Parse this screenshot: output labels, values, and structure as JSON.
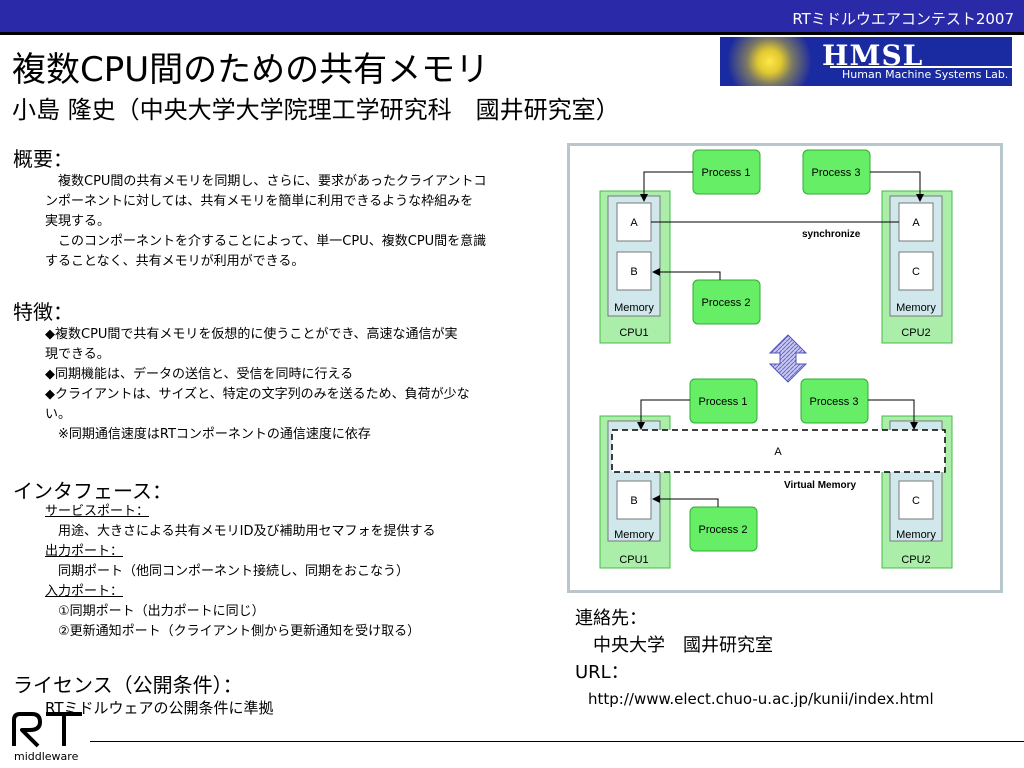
{
  "header": {
    "event": "RTミドルウエアコンテスト2007"
  },
  "title": "複数CPU間のための共有メモリ",
  "subtitle": "小島 隆史（中央大学大学院理工学研究科　國井研究室）",
  "logo": {
    "main": "HMSL",
    "sub": "Human Machine Systems Lab."
  },
  "overview": {
    "heading": "概要：",
    "lines": [
      "　複数CPU間の共有メモリを同期し、さらに、要求があったクライアントコ",
      "ンポーネントに対しては、共有メモリを簡単に利用できるような枠組みを",
      "実現する。",
      "　このコンポーネントを介することによって、単一CPU、複数CPU間を意識",
      "することなく、共有メモリが利用ができる。"
    ]
  },
  "features": {
    "heading": "特徴：",
    "lines": [
      "◆複数CPU間で共有メモリを仮想的に使うことができ、高速な通信が実",
      "現できる。",
      "◆同期機能は、データの送信と、受信を同時に行える",
      "◆クライアントは、サイズと、特定の文字列のみを送るため、負荷が少な",
      "い。",
      "　※同期通信速度はRTコンポーネントの通信速度に依存"
    ]
  },
  "interface": {
    "heading": "インタフェース：",
    "service_port": "サービスポート：",
    "service_desc": "用途、大きさによる共有メモリID及び補助用セマフォを提供する",
    "out_port": "出力ポート：",
    "out_desc": "同期ポート（他同コンポーネント接続し、同期をおこなう）",
    "in_port": "入力ポート：",
    "in_desc_1": "①同期ポート（出力ポートに同じ）",
    "in_desc_2": "②更新通知ポート（クライアント側から更新通知を受け取る）"
  },
  "license": {
    "heading": "ライセンス（公開条件）：",
    "text": "RTミドルウェアの公開条件に準拠"
  },
  "contact": {
    "heading": "連絡先：",
    "org": "中央大学　國井研究室",
    "url_label": "URL：",
    "url": "http://www.elect.chuo-u.ac.jp/kunii/index.html"
  },
  "diagram": {
    "top": {
      "process1": "Process 1",
      "process2": "Process 2",
      "process3": "Process 3",
      "cpu1_a": "A",
      "cpu1_b": "B",
      "cpu1_memory": "Memory",
      "cpu1_label": "CPU1",
      "cpu2_a": "A",
      "cpu2_c": "C",
      "cpu2_memory": "Memory",
      "cpu2_label": "CPU2",
      "sync_label": "synchronize"
    },
    "bottom": {
      "process1": "Process 1",
      "process2": "Process 2",
      "process3": "Process 3",
      "shared_a": "A",
      "virtual_label": "Virtual Memory",
      "cpu1_b": "B",
      "cpu1_memory": "Memory",
      "cpu1_label": "CPU1",
      "cpu2_c": "C",
      "cpu2_memory": "Memory",
      "cpu2_label": "CPU2"
    }
  },
  "footer": {
    "logo_text": "RT",
    "logo_sub": "middleware"
  },
  "colors": {
    "header_bar": "#2a2aa8",
    "process_fill": "#66ee66",
    "cpu_fill": "#aaeeaa",
    "memory_fill": "#d0e8ec"
  }
}
